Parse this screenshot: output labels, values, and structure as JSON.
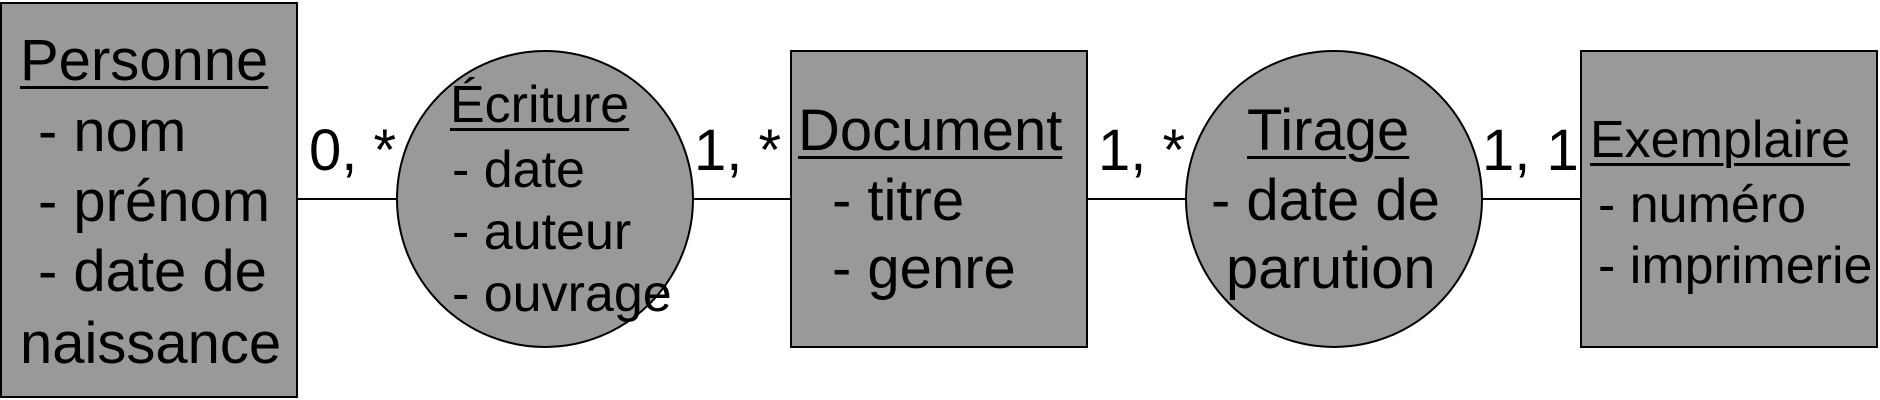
{
  "diagram": {
    "colors": {
      "shape_fill": "#999999",
      "stroke": "#000000",
      "text": "#000000",
      "background": "#ffffff"
    },
    "entities": [
      {
        "title": "Personne",
        "attributes": [
          "- nom",
          "- prénom",
          "- date de",
          "naissance"
        ]
      },
      {
        "title": "Document",
        "attributes": [
          "- titre",
          "- genre"
        ]
      },
      {
        "title": "Exemplaire",
        "attributes": [
          "- numéro",
          "- imprimerie"
        ]
      }
    ],
    "relationships": [
      {
        "title": "Écriture",
        "attributes": [
          "- date",
          "- auteur",
          "- ouvrage"
        ]
      },
      {
        "title": "Tirage",
        "attributes": [
          "- date de",
          "parution"
        ]
      }
    ],
    "cardinalities": [
      "0, *",
      "1, *",
      "1, *",
      "1, 1"
    ]
  }
}
